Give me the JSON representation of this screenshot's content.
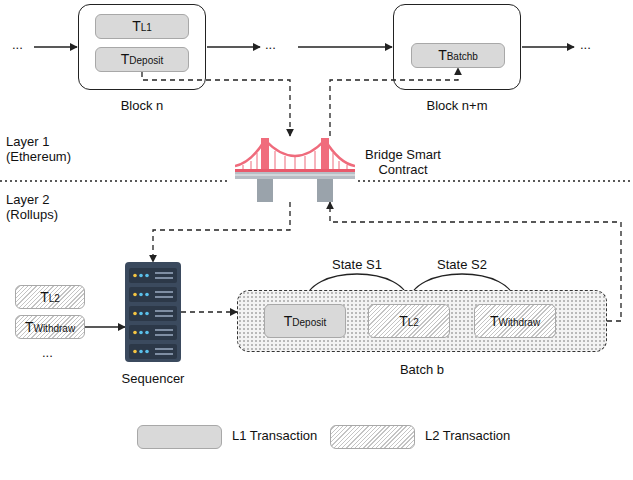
{
  "diagram": {
    "nodes": [
      {
        "text": [
          "Block n"
        ]
      },
      {
        "text": [
          "TL1"
        ],
        "in": 0
      },
      {
        "text": [
          "TDeposit"
        ],
        "in": 0
      },
      {
        "text": [
          "Block n+m"
        ]
      },
      {
        "text": [
          "TBatchb"
        ],
        "in": 3
      },
      {
        "text": [
          "Bridge Smart Contract"
        ]
      },
      {
        "text": [
          "Sequencer"
        ]
      },
      {
        "text": [
          "TL2"
        ]
      },
      {
        "text": [
          "TWithdraw"
        ]
      },
      {
        "text": [
          "Batch b"
        ]
      },
      {
        "text": [
          "TDeposit"
        ],
        "in": 9
      },
      {
        "text": [
          "TL2"
        ],
        "in": 9
      },
      {
        "text": [
          "TWithdraw"
        ],
        "in": 9
      }
    ],
    "edges": [
      {
        "from": 2,
        "to": 5,
        "arrow": "to"
      },
      {
        "from": 5,
        "to": 4,
        "arrow": "to"
      },
      {
        "from": 5,
        "to": 6,
        "arrow": "to"
      },
      {
        "from": 9,
        "to": 5,
        "arrow": "to"
      },
      {
        "from": 6,
        "to": 9,
        "arrow": "to"
      },
      {
        "from": 8,
        "to": 6,
        "arrow": "to"
      },
      {
        "from": 10,
        "to": 11,
        "label": "State S1",
        "arrow": "to"
      },
      {
        "from": 11,
        "to": 12,
        "label": "State S2",
        "arrow": "to"
      }
    ],
    "labels": [
      "...",
      "...",
      "...",
      "...",
      "Layer 1 (Ethereum)",
      "Layer 2 (Rollups)"
    ],
    "legend": [
      {
        "text": "L1 Transaction",
        "color": "#d9d9d9"
      },
      {
        "text": "L2 Transaction"
      }
    ]
  }
}
